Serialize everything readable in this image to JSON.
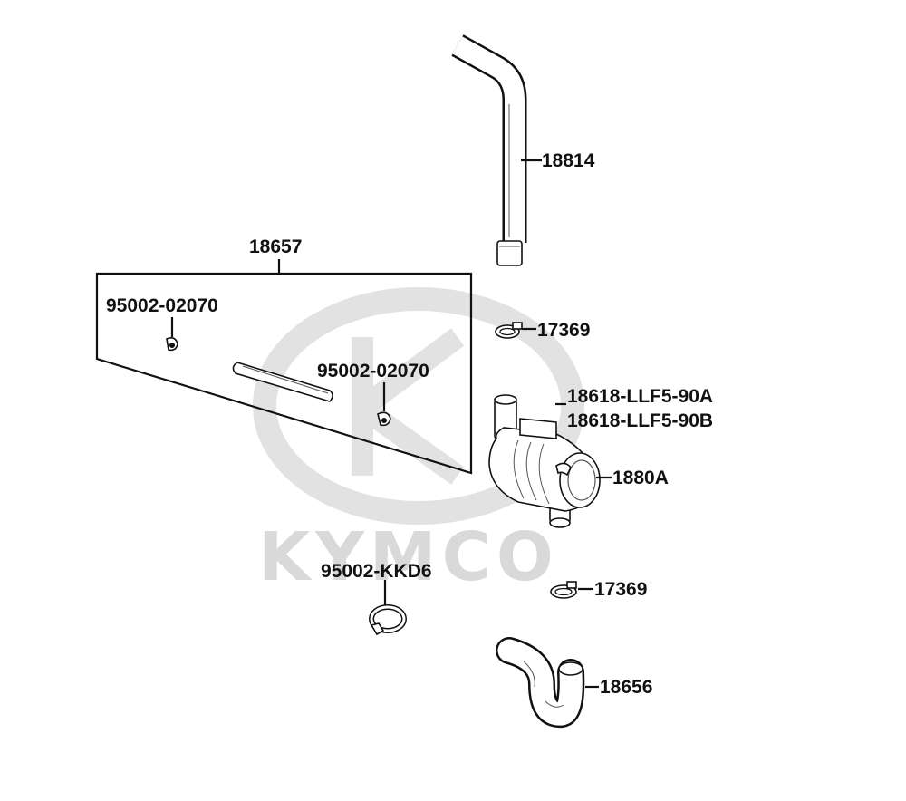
{
  "diagram": {
    "watermark": {
      "brand_text": "KYMCO"
    },
    "colors": {
      "ink": "#111111",
      "watermark": "#d9d9d9",
      "background": "#ffffff"
    },
    "part_labels": {
      "hose_upper": "18814",
      "kit": "18657",
      "clip_left": "95002-02070",
      "clip_center": "95002-02070",
      "clamp_upper": "17369",
      "valve_a": "18618-LLF5-90A",
      "valve_b": "18618-LLF5-90B",
      "valve_assembly": "1880A",
      "clamp_band": "95002-KKD6",
      "clamp_lower": "17369",
      "hose_lower": "18656"
    }
  }
}
